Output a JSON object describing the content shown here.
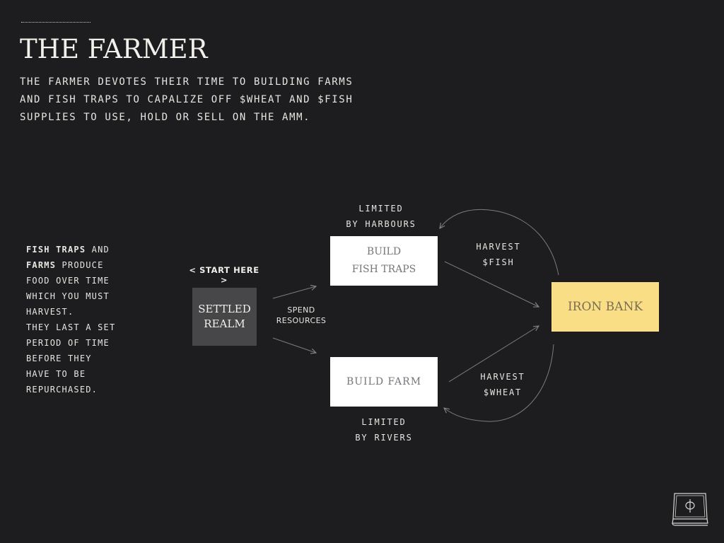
{
  "page": {
    "title": "THE FARMER",
    "intro_lines": [
      "THE FARMER DEVOTES THEIR TIME TO BUILDING FARMS",
      "AND FISH TRAPS TO CAPALIZE OFF $WHEAT AND $FISH",
      "SUPPLIES TO USE, HOLD OR SELL ON THE AMM."
    ]
  },
  "side_note": {
    "line1_bold": "FISH TRAPS",
    "line1_rest": " AND",
    "line2_bold": "FARMS",
    "line2_rest": " PRODUCE",
    "lines": [
      "FOOD OVER TIME",
      "WHICH YOU MUST",
      "HARVEST.",
      "THEY LAST A SET",
      "PERIOD OF TIME",
      "BEFORE THEY",
      "HAVE TO BE",
      "REPURCHASED."
    ]
  },
  "diagram": {
    "start_label": "< START HERE >",
    "settled_realm": [
      "SETTLED",
      "REALM"
    ],
    "spend_label": [
      "SPEND",
      "RESOURCES"
    ],
    "fish_traps_box": [
      "BUILD",
      "FISH TRAPS"
    ],
    "farm_box": "BUILD FARM",
    "iron_bank": "IRON BANK",
    "limited_harbours": [
      "LIMITED",
      "BY HARBOURS"
    ],
    "limited_rivers": [
      "LIMITED",
      "BY RIVERS"
    ],
    "harvest_fish": [
      "HARVEST",
      "$FISH"
    ],
    "harvest_wheat": [
      "HARVEST",
      "$WHEAT"
    ]
  },
  "logo": {
    "icon": "phi-book-icon"
  },
  "colors": {
    "background": "#1d1c1e",
    "iron_bank": "#f9de85",
    "settled_realm": "#474648",
    "build_box": "#ffffff"
  }
}
